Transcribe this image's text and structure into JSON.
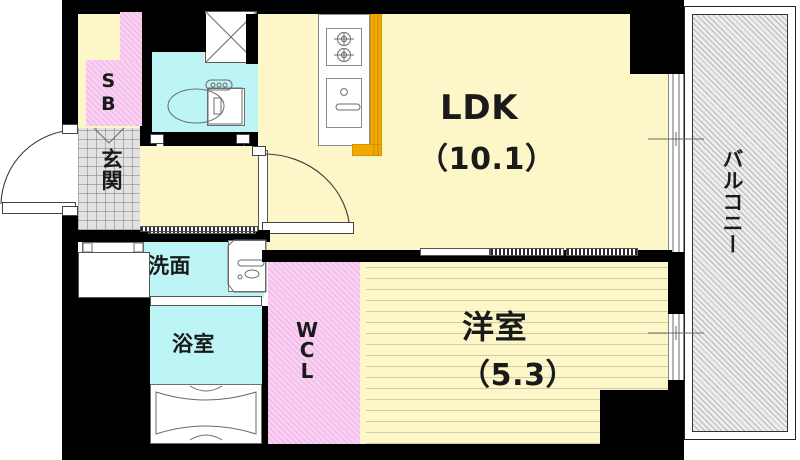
{
  "plan": {
    "type": "japanese-apartment-floor-plan",
    "layout_code": "1LDK",
    "rooms": [
      {
        "key": "ldk",
        "label": "LDK",
        "area_label": "（10.1）",
        "area_jo": 10.1,
        "fill": "#fcf6c8"
      },
      {
        "key": "bedroom",
        "label": "洋室",
        "area_label": "（5.3）",
        "area_jo": 5.3,
        "fill": "#fcf6c8"
      },
      {
        "key": "balcony",
        "label": "バルコニー",
        "area_label": "",
        "fill": "#ededed"
      },
      {
        "key": "entrance",
        "label": "玄関",
        "area_label": "",
        "fill": "#e2e2e2"
      },
      {
        "key": "shoebox",
        "label": "SB",
        "area_label": "",
        "fill": "#f9d0f2"
      },
      {
        "key": "washroom",
        "label": "洗面",
        "area_label": "",
        "fill": "#bdf5f7"
      },
      {
        "key": "bath",
        "label": "浴室",
        "area_label": "",
        "fill": "#bdf5f7"
      },
      {
        "key": "wcl",
        "label": "WCL",
        "area_label": "",
        "fill": "#f9d0f2"
      },
      {
        "key": "toilet",
        "label": "",
        "area_label": "",
        "fill": "#bdf5f7"
      }
    ],
    "wcl_letters": [
      "W",
      "C",
      "L"
    ],
    "fixtures": [
      {
        "name": "gas-stove",
        "burners": 2
      },
      {
        "name": "kitchen-sink",
        "burners": 0
      },
      {
        "name": "toilet",
        "burners": 0
      },
      {
        "name": "bathtub",
        "burners": 0
      },
      {
        "name": "washing-machine",
        "burners": 0
      },
      {
        "name": "vanity-sink",
        "burners": 0
      }
    ],
    "colors": {
      "wall": "#000000",
      "living_fill": "#fcf6c8",
      "wet_fill": "#bdf5f7",
      "storage_fill": "#f9d0f2",
      "balcony_fill": "#ededed",
      "counter_accent": "#f2a900",
      "entrance_tile": "#e2e2e2"
    }
  }
}
